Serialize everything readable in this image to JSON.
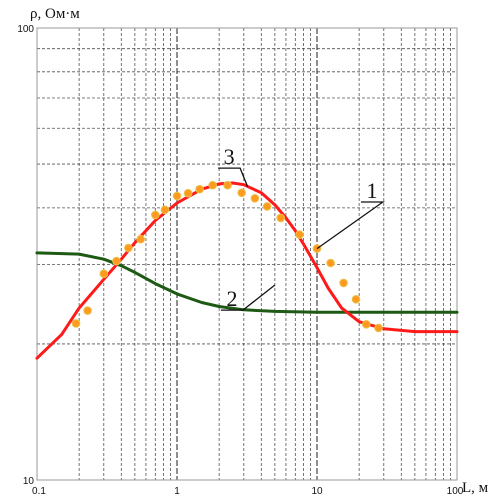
{
  "chart_data": {
    "type": "line",
    "x_scale": "log",
    "y_scale": "log",
    "xlim": [
      0.1,
      100
    ],
    "ylim": [
      10,
      100
    ],
    "grid": true,
    "ylabel": "ρ, Ом·м",
    "xlabel": "L, м",
    "x_ticks": [
      {
        "value": 0.1,
        "label": "0.1"
      },
      {
        "value": 1,
        "label": "1"
      },
      {
        "value": 10,
        "label": "10"
      },
      {
        "value": 100,
        "label": "100"
      }
    ],
    "y_ticks": [
      {
        "value": 100,
        "label": "100"
      },
      {
        "value": 10,
        "label": "10"
      }
    ],
    "annotations": [
      {
        "label": "1",
        "target": [
          10,
          32.5
        ],
        "text_at": [
          22,
          42.5
        ]
      },
      {
        "label": "2",
        "target": [
          5,
          27
        ],
        "text_at": [
          2.2,
          24.5
        ]
      },
      {
        "label": "3",
        "target": [
          3.2,
          44.5
        ],
        "text_at": [
          2.1,
          50.5
        ]
      }
    ],
    "series": [
      {
        "label": "1",
        "mark": "points",
        "color": "#FF9A1E",
        "outline": "#E8C24A",
        "points": [
          [
            0.19,
            22.2
          ],
          [
            0.23,
            23.7
          ],
          [
            0.3,
            28.6
          ],
          [
            0.37,
            30.5
          ],
          [
            0.45,
            32.6
          ],
          [
            0.55,
            34.1
          ],
          [
            0.7,
            38.6
          ],
          [
            0.82,
            39.6
          ],
          [
            1.0,
            42.5
          ],
          [
            1.2,
            43.1
          ],
          [
            1.45,
            44.0
          ],
          [
            1.8,
            44.9
          ],
          [
            2.3,
            44.9
          ],
          [
            2.9,
            43.2
          ],
          [
            3.6,
            42.0
          ],
          [
            4.4,
            40.3
          ],
          [
            5.5,
            38.0
          ],
          [
            7.5,
            34.9
          ],
          [
            10.0,
            32.5
          ],
          [
            12.5,
            30.2
          ],
          [
            15.5,
            27.3
          ],
          [
            19.0,
            25.1
          ],
          [
            22.5,
            22.1
          ],
          [
            27.5,
            21.7
          ]
        ]
      },
      {
        "label": "2",
        "mark": "line",
        "color": "#1E5A14",
        "points": [
          [
            0.1,
            31.8
          ],
          [
            0.2,
            31.6
          ],
          [
            0.3,
            30.8
          ],
          [
            0.4,
            29.8
          ],
          [
            0.5,
            28.8
          ],
          [
            0.7,
            27.2
          ],
          [
            1,
            25.8
          ],
          [
            1.5,
            24.7
          ],
          [
            2,
            24.2
          ],
          [
            3,
            23.8
          ],
          [
            5,
            23.6
          ],
          [
            10,
            23.5
          ],
          [
            20,
            23.5
          ],
          [
            50,
            23.5
          ],
          [
            100,
            23.5
          ]
        ]
      },
      {
        "label": "3",
        "mark": "line",
        "color": "#FF1A1A",
        "points": [
          [
            0.1,
            18.6
          ],
          [
            0.15,
            21.0
          ],
          [
            0.2,
            24.0
          ],
          [
            0.3,
            27.8
          ],
          [
            0.4,
            30.8
          ],
          [
            0.5,
            33.5
          ],
          [
            0.7,
            37.5
          ],
          [
            1,
            41.0
          ],
          [
            1.5,
            44.0
          ],
          [
            2,
            45.2
          ],
          [
            2.5,
            45.4
          ],
          [
            3,
            45.0
          ],
          [
            4,
            43.2
          ],
          [
            5,
            40.6
          ],
          [
            6,
            38.0
          ],
          [
            7,
            35.6
          ],
          [
            8,
            33.3
          ],
          [
            10,
            29.5
          ],
          [
            12,
            26.6
          ],
          [
            15,
            24.0
          ],
          [
            20,
            22.4
          ],
          [
            30,
            21.6
          ],
          [
            50,
            21.3
          ],
          [
            100,
            21.3
          ]
        ]
      }
    ]
  }
}
